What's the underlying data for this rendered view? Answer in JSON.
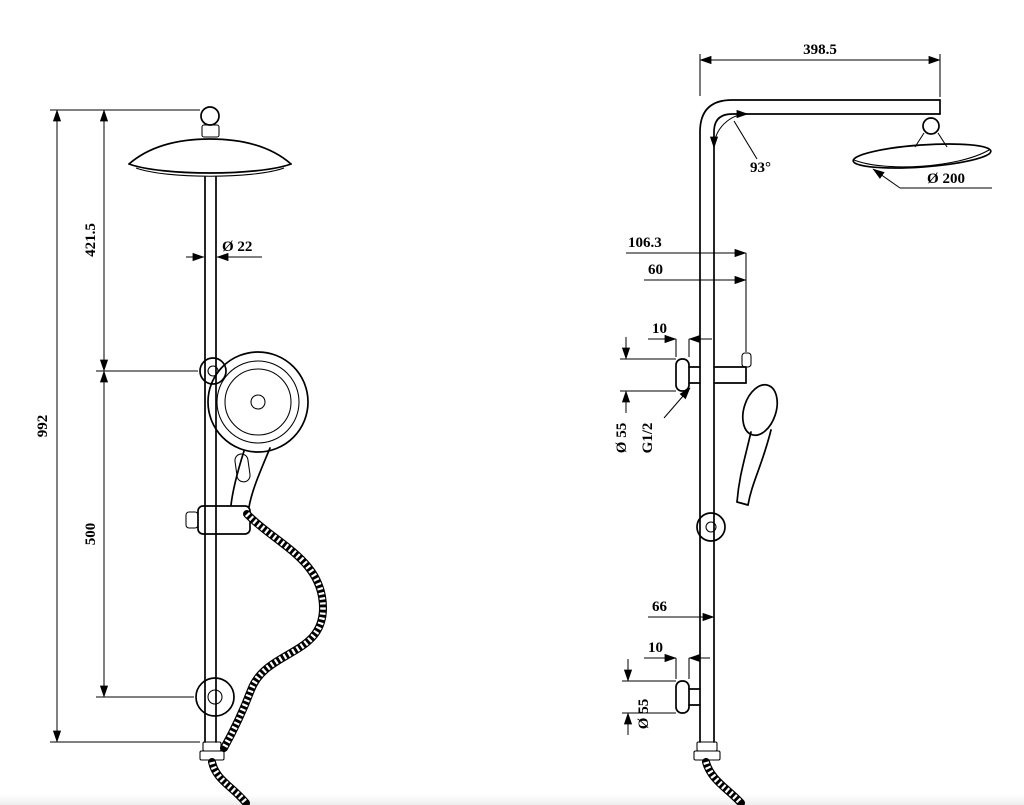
{
  "document": {
    "type": "technical-drawing",
    "subject": "Twin shower rail set - dimensioned front and side views"
  },
  "colors": {
    "background": "#ffffff",
    "line": "#000000",
    "text": "#000000"
  },
  "front_view": {
    "label": "front-view",
    "dims": {
      "overall_height": "992",
      "upper_section_height": "421.5",
      "lower_section_height": "500",
      "rail_diameter": "Ø 22"
    }
  },
  "side_view": {
    "label": "side-view",
    "dims": {
      "top_arm_length": "398.5",
      "arm_angle": "93°",
      "head_diameter": "Ø 200",
      "upper_bracket_reach": "106.3",
      "upper_bracket_depth": "60",
      "upper_plate_thickness": "10",
      "upper_flange_diameter": "Ø 55",
      "connection_thread": "G1/2",
      "lower_bracket_reach": "66",
      "lower_plate_thickness": "10",
      "lower_flange_diameter": "Ø 55"
    }
  }
}
